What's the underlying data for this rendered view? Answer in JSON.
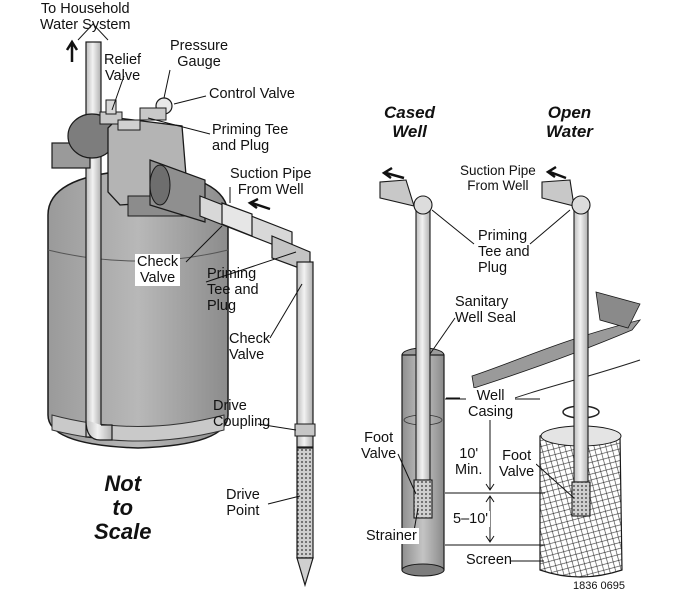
{
  "labels": {
    "household": "To Household\nWater System",
    "relief": "Relief\nValve",
    "pressure": "Pressure\nGauge",
    "control": "Control Valve",
    "priming_left": "Priming Tee\nand Plug",
    "suction_left": "Suction Pipe\nFrom Well",
    "check_upper": "Check\nValve",
    "priming_mid": "Priming\nTee and\nPlug",
    "check_lower": "Check\nValve",
    "drive_coupling": "Drive\nCoupling",
    "drive_point": "Drive\nPoint",
    "not_to_scale": "Not\nto\nScale",
    "cased_well": "Cased\nWell",
    "open_water": "Open\nWater",
    "suction_right": "Suction Pipe\nFrom Well",
    "priming_right": "Priming\nTee and\nPlug",
    "sanitary": "Sanitary\nWell Seal",
    "well_casing": "Well\nCasing",
    "foot_valve_left": "Foot\nValve",
    "ten_min": "10'\nMin.",
    "foot_valve_right": "Foot\nValve",
    "five_ten": "5–10'",
    "strainer": "Strainer",
    "screen": "Screen",
    "code": "1836 0695"
  },
  "colors": {
    "tank": "#a9a9a9",
    "tank_dark": "#8a8a8a",
    "pipe": "#d4d4d4",
    "outline": "#1a1a1a",
    "label_text": "#111111"
  }
}
